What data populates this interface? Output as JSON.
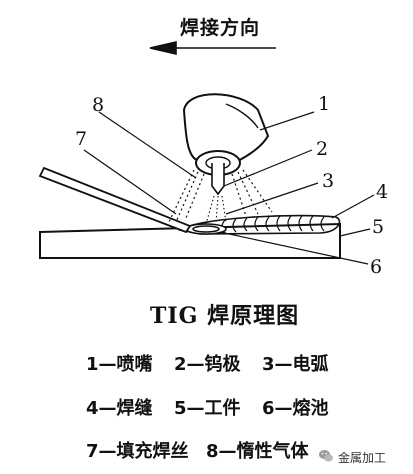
{
  "diagram": {
    "direction_label": "焊接方向",
    "callouts": [
      "1",
      "2",
      "3",
      "4",
      "5",
      "6",
      "7",
      "8"
    ],
    "title": "TIG 焊原理图",
    "legend": [
      "1—喷嘴",
      "2—钨极",
      "3—电弧",
      "4—焊缝",
      "5—工件",
      "6—熔池",
      "7—填充焊丝",
      "8—惰性气体"
    ]
  },
  "watermark": {
    "text": "金属加工",
    "icon": "wechat-icon"
  }
}
